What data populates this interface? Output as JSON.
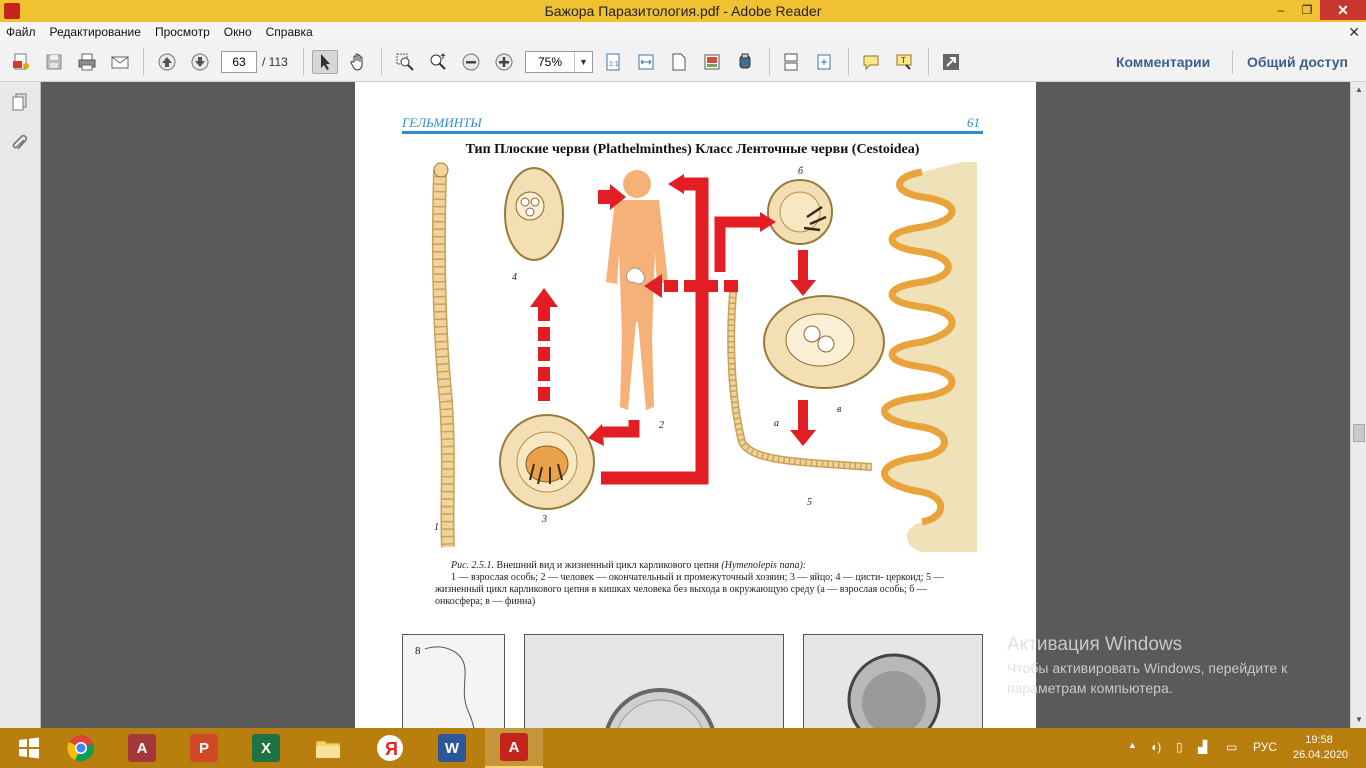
{
  "window": {
    "title": "Бажора Паразитология.pdf - Adobe Reader",
    "minimize": "‒",
    "maximize": "❐",
    "close": "✕"
  },
  "menu": {
    "items": [
      "Файл",
      "Редактирование",
      "Просмотр",
      "Окно",
      "Справка"
    ],
    "close_doc": "✕"
  },
  "toolbar": {
    "current_page": "63",
    "total_pages": "/ 113",
    "zoom": "75%",
    "comments_label": "Комментарии",
    "share_label": "Общий доступ",
    "icons": [
      "create-pdf-icon",
      "save-icon",
      "print-icon",
      "email-icon",
      "prev-page-icon",
      "next-page-icon",
      "select-tool-icon",
      "hand-tool-icon",
      "marquee-zoom-icon",
      "dynamic-zoom-icon",
      "zoom-out-icon",
      "zoom-in-icon",
      "actual-size-icon",
      "fit-width-icon",
      "fit-page-icon",
      "read-mode-icon",
      "sign-icon",
      "two-page-icon",
      "rotate-icon",
      "sticky-note-icon",
      "highlight-icon",
      "expand-icon"
    ]
  },
  "document": {
    "header_left": "ГЕЛЬМИНТЫ",
    "header_right": "61",
    "figure_title": "Тип Плоские черви (Plathelminthes) Класс Ленточные черви (Cestoidea)",
    "figure_labels": {
      "l1": "1",
      "l2": "2",
      "l3": "3",
      "l4": "4",
      "l5": "5",
      "la": "а",
      "lb": "б",
      "lv": "в"
    },
    "caption_lead": "Рис. 2.5.1.",
    "caption_head": " Внешний вид и жизненный цикл карликового цепня ",
    "caption_species": "(Hymenolepis nana):",
    "caption_body": "1 — взрослая особь; 2 — человек — окончательный и промежуточный хозяин; 3 — яйцо; 4 — цисти- церкоид; 5 — жизненный цикл карликового цепня в кишках человека без выхода в окружающую среду (а — взрослая особь; б — онкосфера; в — финна)",
    "photo_label": "8"
  },
  "watermark": {
    "title": "Активация Windows",
    "subtitle": "Чтобы активировать Windows, перейдите к параметрам компьютера."
  },
  "taskbar": {
    "apps": [
      "start-button",
      "chrome",
      "access",
      "powerpoint",
      "excel",
      "file-explorer",
      "yandex-browser",
      "word",
      "adobe-reader"
    ],
    "language": "РУС",
    "time": "19:58",
    "date": "26.04.2020"
  },
  "colors": {
    "titlebar": "#f0c232",
    "taskbar": "#b87e0e",
    "header_blue": "#2f8ed0",
    "arrow_red": "#e21d24",
    "body_orange": "#f5b178",
    "worm_yellow": "#f1d39a"
  }
}
